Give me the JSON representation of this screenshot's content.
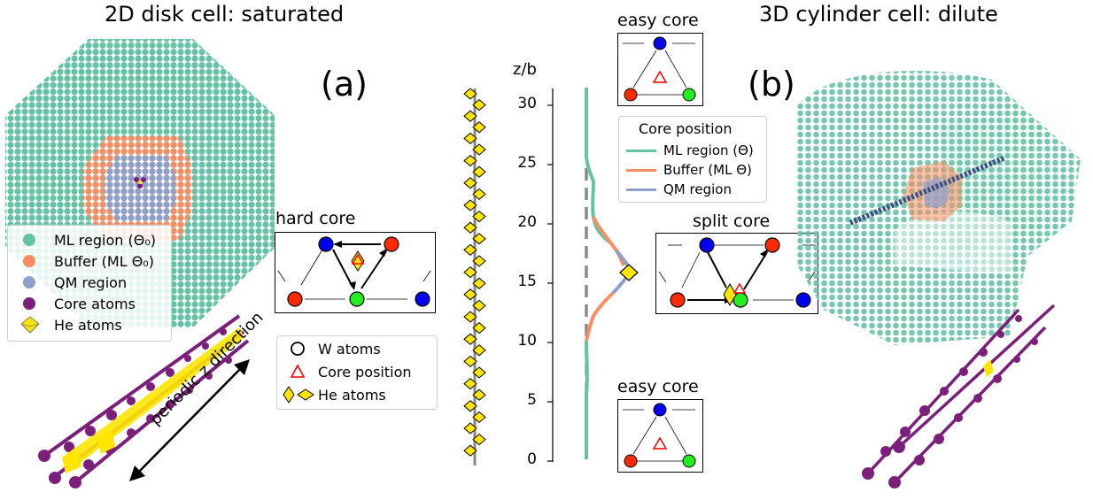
{
  "titles": {
    "left": "2D disk cell: saturated",
    "right": "3D cylinder cell: dilute"
  },
  "panel_labels": {
    "a": "(a)",
    "b": "(b)"
  },
  "left_legend": {
    "items": [
      {
        "label": "ML region (Θ₀)",
        "color": "#66c2a5",
        "marker": "circle"
      },
      {
        "label": "Buffer (ML Θ₀)",
        "color": "#fc8d62",
        "marker": "circle"
      },
      {
        "label": "QM region",
        "color": "#8da0cb",
        "marker": "circle"
      },
      {
        "label": "Core atoms",
        "color": "#7b1f7b",
        "marker": "circle"
      },
      {
        "label": "He atoms",
        "color": "#ffe600",
        "marker": "octahedron"
      }
    ]
  },
  "periodic_label": "periodic z direction",
  "hard_core": {
    "title": "hard core"
  },
  "split_core": {
    "title": "split core"
  },
  "easy_core_top": {
    "title": "easy core"
  },
  "easy_core_bottom": {
    "title": "easy core"
  },
  "symbol_legend": {
    "items": [
      {
        "label": "W atoms",
        "marker": "open-circle"
      },
      {
        "label": "Core position",
        "marker": "red-triangle"
      },
      {
        "label": "He atoms",
        "marker": "yellow-diamond"
      }
    ]
  },
  "core_legend": {
    "title": "Core position",
    "items": [
      {
        "label": "ML region (Θ)",
        "color": "#66c2a5"
      },
      {
        "label": "Buffer (ML Θ)",
        "color": "#fc8d62"
      },
      {
        "label": "QM region",
        "color": "#8da0cb"
      }
    ]
  },
  "axis": {
    "label": "z/b",
    "ticks": [
      "0",
      "5",
      "10",
      "15",
      "20",
      "25",
      "30"
    ]
  },
  "colors": {
    "ml": "#66c2a5",
    "buffer": "#fc8d62",
    "qm": "#8da0cb",
    "core": "#7b1f7b",
    "he": "#ffe600",
    "w_red": "#ff2a00",
    "w_green": "#22ee22",
    "w_blue": "#0000ee"
  }
}
